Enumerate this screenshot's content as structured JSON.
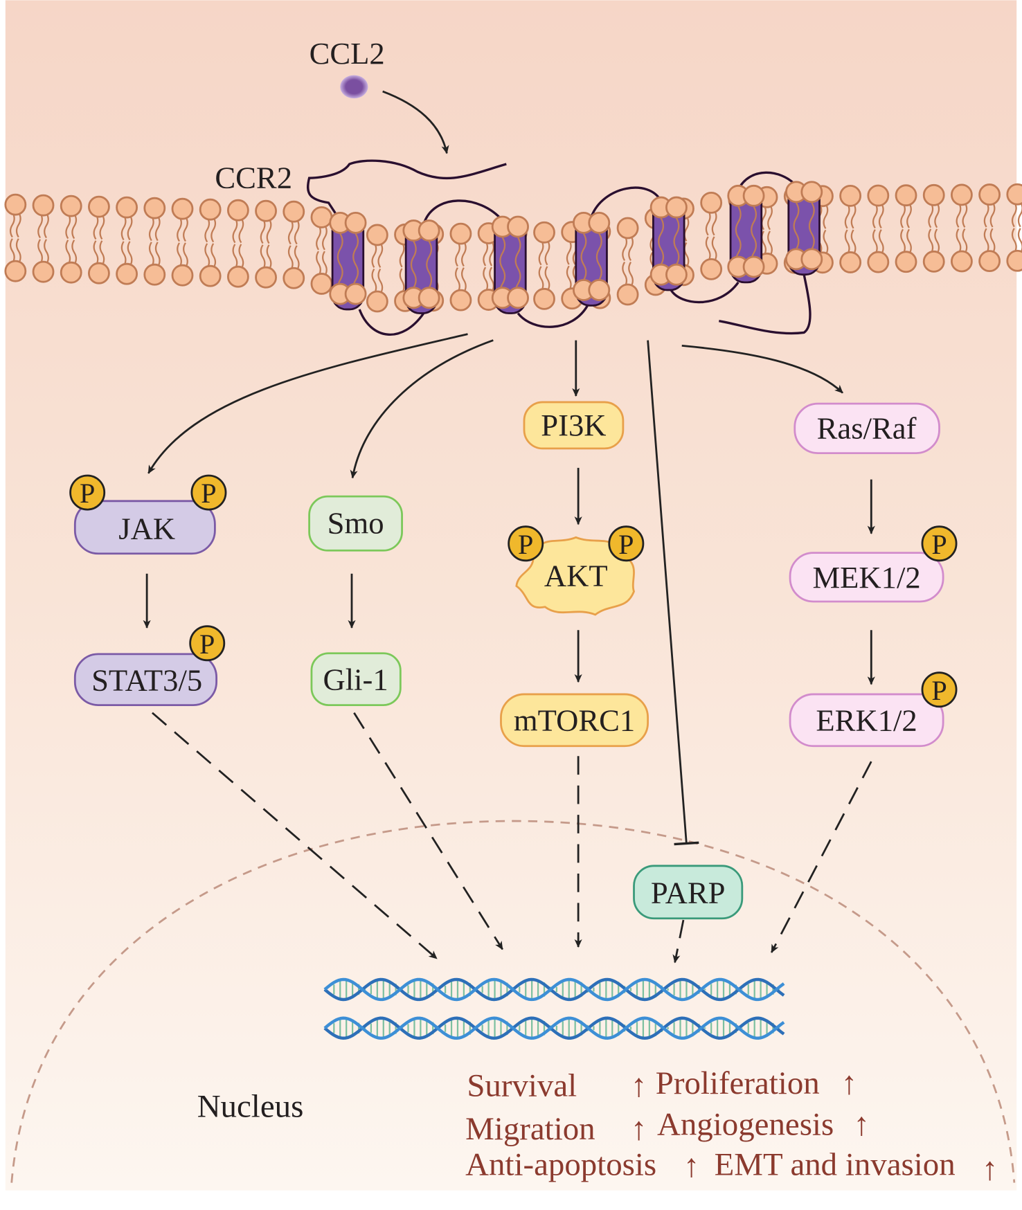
{
  "ligand": {
    "label": "CCL2"
  },
  "receptor": {
    "label": "CCR2"
  },
  "nodes": {
    "jak": "JAK",
    "stat": "STAT3/5",
    "smo": "Smo",
    "gli": "Gli-1",
    "pi3k": "PI3K",
    "akt": "AKT",
    "mtorc1": "mTORC1",
    "rasraf": "Ras/Raf",
    "mek": "MEK1/2",
    "erk": "ERK1/2",
    "parp": "PARP"
  },
  "phospho_label": "P",
  "nucleus_label": "Nucleus",
  "outcomes": [
    "Survival",
    "Proliferation",
    "Migration",
    "Angiogenesis",
    "Anti-apoptosis",
    "EMT and invasion"
  ],
  "up_arrow": "↑",
  "colors": {
    "receptor": "#7b52ab",
    "lipid": "#f6bd96",
    "phospho": "#f0b82c",
    "outcome_text": "#8b3a2e"
  }
}
